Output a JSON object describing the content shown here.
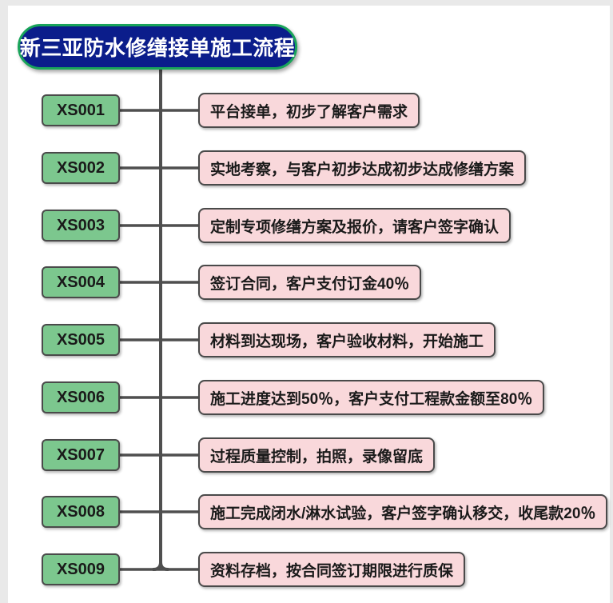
{
  "title": "新三亚防水修缮接单施工流程",
  "colors": {
    "page_background": "#e9e9e9",
    "canvas_background": "#ffffff",
    "title_fill": "#0b1d8b",
    "title_border": "#19a45a",
    "title_text": "#ffffff",
    "code_node_fill": "#7cc78e",
    "desc_node_fill": "#f9d8db",
    "node_border": "#4a4a4a",
    "connector_line": "#4f4f4f"
  },
  "rows": [
    {
      "code": "XS001",
      "desc": "平台接单，初步了解客户需求"
    },
    {
      "code": "XS002",
      "desc": "实地考察，与客户初步达成初步达成修缮方案"
    },
    {
      "code": "XS003",
      "desc": "定制专项修缮方案及报价，请客户签字确认"
    },
    {
      "code": "XS004",
      "desc": "签订合同，客户支付订金40％"
    },
    {
      "code": "XS005",
      "desc": "材料到达现场，客户验收材料，开始施工"
    },
    {
      "code": "XS006",
      "desc": "施工进度达到50％，客户支付工程款金额至80％"
    },
    {
      "code": "XS007",
      "desc": "过程质量控制，拍照，录像留底"
    },
    {
      "code": "XS008",
      "desc": "施工完成闭水/淋水试验，客户签字确认移交，收尾款20％"
    },
    {
      "code": "XS009",
      "desc": "资料存档，按合同签订期限进行质保"
    }
  ]
}
